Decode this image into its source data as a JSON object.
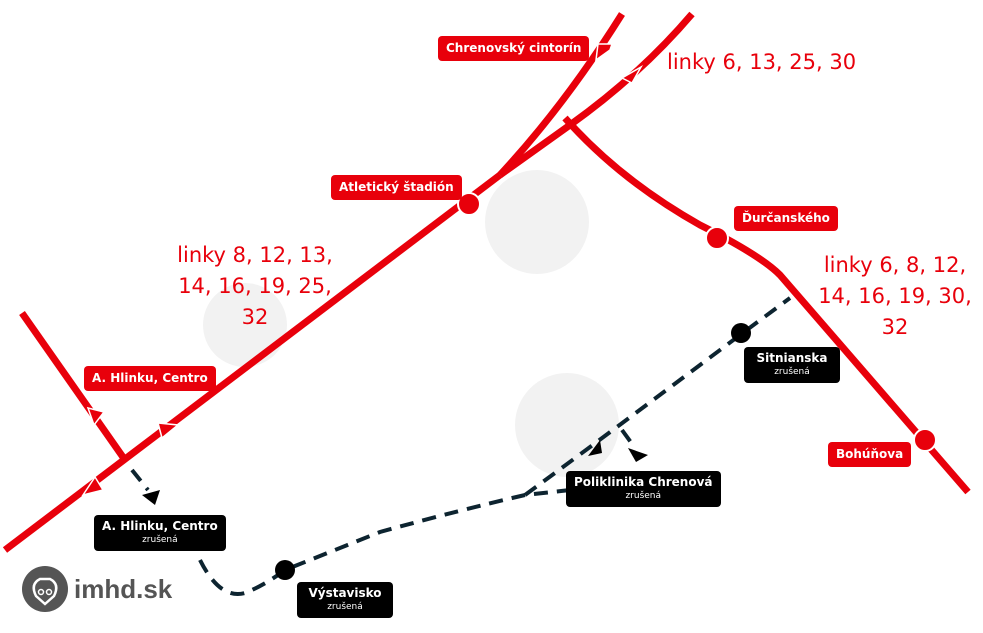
{
  "red_stops": [
    {
      "name": "Chrenovský cintorín"
    },
    {
      "name": "Atletický štadión"
    },
    {
      "name": "Ďurčanského"
    },
    {
      "name": "A. Hlinku, Centro"
    },
    {
      "name": "Bohúňova"
    }
  ],
  "cancelled_stops": [
    {
      "name": "A. Hlinku, Centro",
      "status": "zrušená"
    },
    {
      "name": "Výstavisko",
      "status": "zrušená"
    },
    {
      "name": "Poliklinika Chrenová",
      "status": "zrušená"
    },
    {
      "name": "Sitnianska",
      "status": "zrušená"
    }
  ],
  "line_groups": {
    "top": "linky 6, 13, 25, 30",
    "left_1": "linky 8, 12, 13,",
    "left_2": "14, 16, 19, 25, 32",
    "right_1": "linky 6, 8, 12,",
    "right_2": "14, 16, 19, 30, 32"
  },
  "logo": "imhd.sk",
  "colors": {
    "route": "#e8000b",
    "detour": "#0d2430",
    "label_dark": "#000000"
  }
}
